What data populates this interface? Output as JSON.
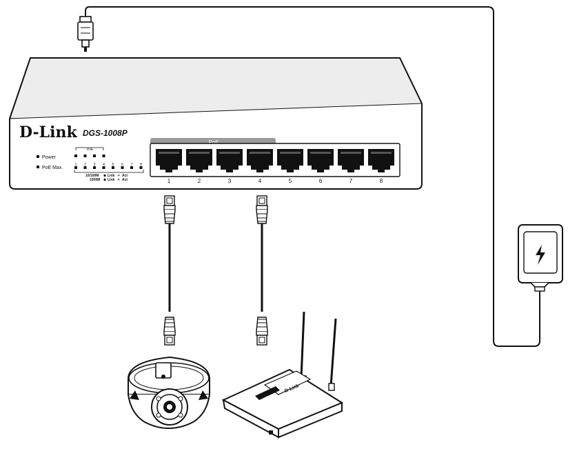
{
  "switch": {
    "brand": "D-Link",
    "model": "DGS-1008P",
    "leds": {
      "power_label": "Power",
      "poe_max_label": "PoE Max.",
      "poe_bracket_label": "PoE",
      "port_numbers": [
        "1",
        "2",
        "3",
        "4",
        "5",
        "6",
        "7",
        "8"
      ],
      "legend_100m": "10/100M",
      "legend_1000m": "1000M",
      "legend_link_act": "Link",
      "legend_act": "Act"
    },
    "poe_band_label": "PoE",
    "ports": [
      "1",
      "2",
      "3",
      "4",
      "5",
      "6",
      "7",
      "8"
    ],
    "poe_ports": 4
  },
  "access_point": {
    "brand": "D-Link"
  },
  "adapter": {
    "icon": "lightning-bolt-icon"
  },
  "colors": {
    "line": "#111111",
    "poe_band": "#9a9a9a",
    "port_fill": "#111111",
    "panel_fill": "#ffffff",
    "top_shade": "#ededed"
  }
}
